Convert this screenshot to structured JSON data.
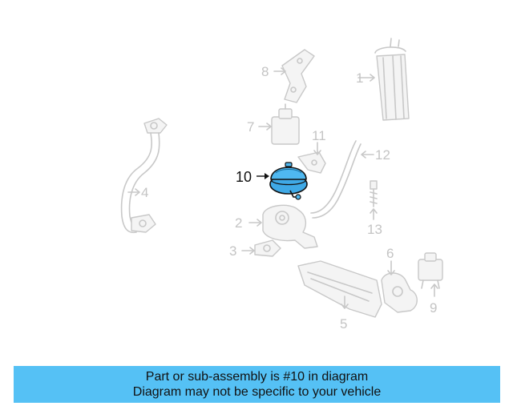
{
  "diagram": {
    "callouts": {
      "c1": "1",
      "c2": "2",
      "c3": "3",
      "c4": "4",
      "c5": "5",
      "c6": "6",
      "c7": "7",
      "c8": "8",
      "c9": "9",
      "c10": "10",
      "c11": "11",
      "c12": "12",
      "c13": "13"
    },
    "highlight_color": "#4fb8f0",
    "faint_color": "#c8c8c8"
  },
  "banner": {
    "line1": "Part or sub-assembly is #10 in diagram",
    "line2": "Diagram may not be specific to your vehicle",
    "color": "#55c1f5"
  }
}
